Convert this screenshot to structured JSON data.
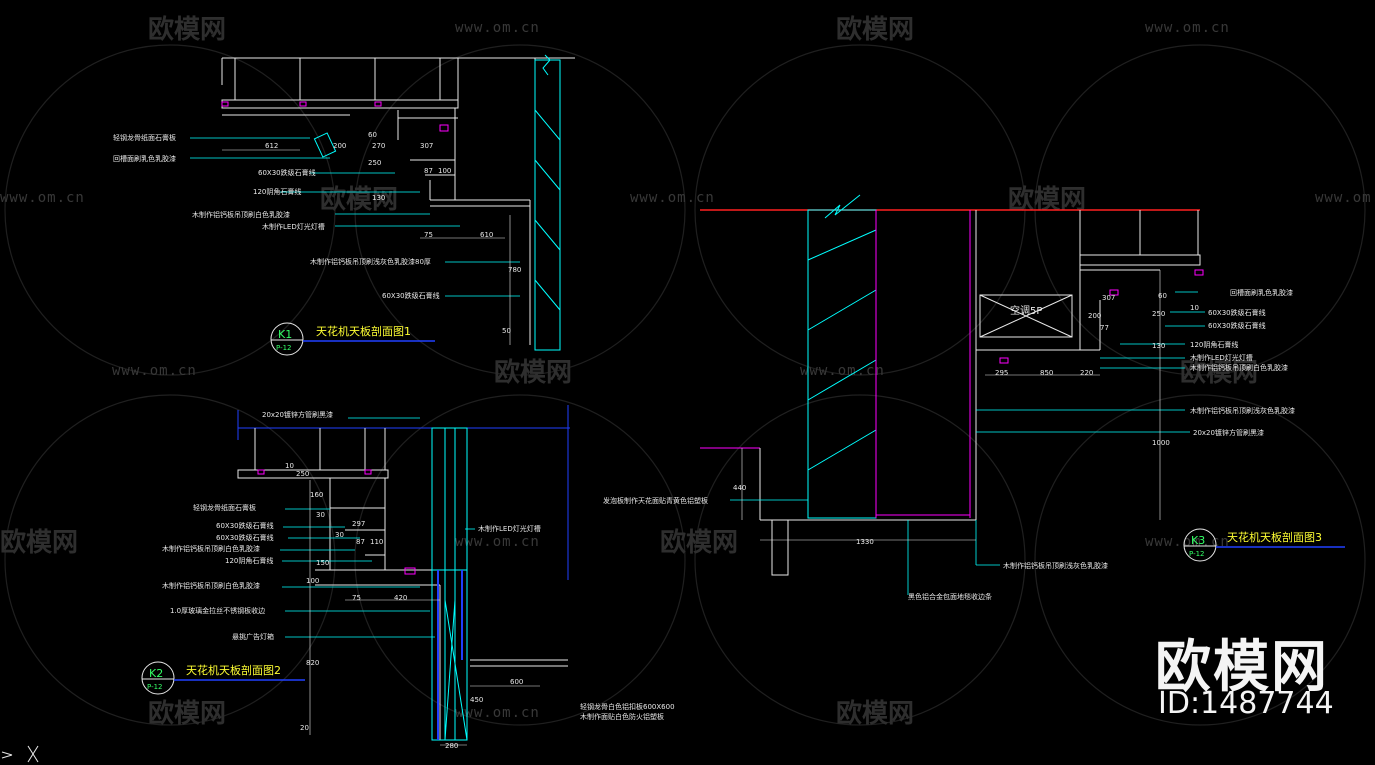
{
  "watermark": {
    "url": "www.om.cn",
    "brand": "欧模网",
    "big_brand": "欧模网",
    "id_label": "ID:1487744"
  },
  "k1": {
    "tag": "K1",
    "sheet": "P-12",
    "title": "天花机天板剖面图1",
    "labels": [
      "轻钢龙骨纸面石膏板",
      "回槽面刷乳色乳胶漆",
      "60X30跌级石膏线",
      "120阴角石膏线",
      "木制作铝钙板吊顶刷白色乳胶漆",
      "木制作LED灯光灯槽",
      "木制作铝钙板吊顶刷浅灰色乳胶漆80厚",
      "60X30跌级石膏线"
    ],
    "dims": [
      "612",
      "200",
      "270",
      "60",
      "307",
      "250",
      "87",
      "100",
      "130",
      "75",
      "610",
      "780",
      "50"
    ]
  },
  "k2": {
    "tag": "K2",
    "sheet": "P-12",
    "title": "天花机天板剖面图2",
    "labels": [
      "20x20镀锌方管刷黑漆",
      "轻钢龙骨纸面石膏板",
      "60X30跌级石膏线",
      "60X30跌级石膏线",
      "木制作铝钙板吊顶刷白色乳胶漆",
      "120阴角石膏线",
      "木制作铝钙板吊顶刷白色乳胶漆",
      "1.0厚玻璃金拉丝不锈钢板收边",
      "悬挑广告灯箱",
      "木制作LED灯光灯槽",
      "轻钢龙骨白色铝扣板600X600",
      "木制作面贴白色防火铝塑板"
    ],
    "dims": [
      "10",
      "250",
      "160",
      "30",
      "297",
      "87",
      "110",
      "30",
      "75",
      "420",
      "150",
      "100",
      "820",
      "600",
      "450",
      "20",
      "280"
    ]
  },
  "k3": {
    "tag": "K3",
    "sheet": "P-12",
    "title": "天花机天板剖面图3",
    "ac_label": "空调5P",
    "labels": [
      "回槽面刷乳色乳胶漆",
      "60X30跌级石膏线",
      "60X30跌级石膏线",
      "120阴角石膏线",
      "木制作LED灯光灯槽",
      "木制作铝钙板吊顶刷白色乳胶漆",
      "木制作铝钙板吊顶刷浅灰色乳胶漆",
      "20x20镀锌方管刷黑漆",
      "发泡板制作天花面贴青黄色铝塑板",
      "木制作铝钙板吊顶刷浅灰色乳胶漆",
      "黑色铝合金包面地毯收边条"
    ],
    "dims": [
      "307",
      "60",
      "10",
      "200",
      "77",
      "250",
      "130",
      "295",
      "850",
      "220",
      "1000",
      "440",
      "1330"
    ]
  },
  "colors": {
    "background": "#000000",
    "cyan": "#00ffff",
    "blue": "#2040ff",
    "magenta": "#ff00ff",
    "red": "#ff2020",
    "green": "#33ff66",
    "yellow": "#ffff33",
    "white": "#e8e8e8"
  }
}
